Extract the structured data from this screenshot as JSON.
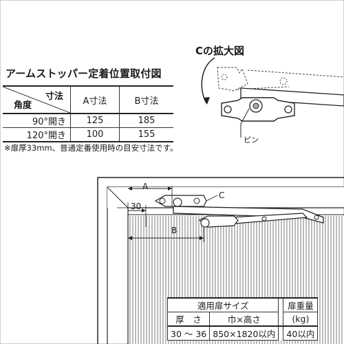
{
  "title": "アームストッパー定着位置取付図",
  "dim_table": {
    "corner_top": "寸法",
    "corner_bottom": "角度",
    "col_a": "A寸法",
    "col_b": "B寸法",
    "rows": [
      {
        "angle": "90°開き",
        "a": "125",
        "b": "185"
      },
      {
        "angle": "120°開き",
        "a": "100",
        "b": "155"
      }
    ]
  },
  "note": "※扉厚33mm、普通定番使用時の目安寸法です。",
  "detail": {
    "title": "Cの拡大図",
    "pin_label": "ピン"
  },
  "drawing": {
    "label_a": "A",
    "label_b": "B",
    "label_c": "C",
    "label_30": "30"
  },
  "spec_table": {
    "header_door": "適用扉サイズ",
    "header_weight": "扉重量",
    "sub_thickness": "厚　さ",
    "sub_size": "巾×高さ",
    "sub_weight_unit": "(kg)",
    "row": {
      "thickness": "30 ～ 36",
      "size": "850×1820以内",
      "weight": "40以内"
    }
  }
}
